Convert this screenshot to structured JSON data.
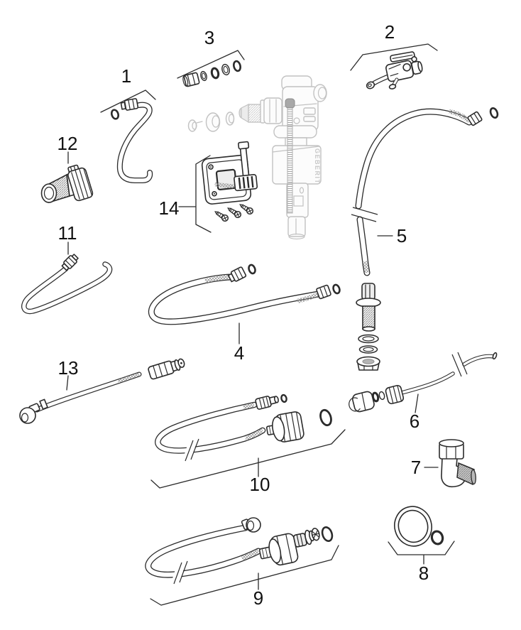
{
  "diagram": {
    "background": "#ffffff",
    "line_color": "#2b2b2b",
    "ghost_color": "#c2c2c2",
    "valve_marking": "GEBERIT",
    "parts": [
      {
        "label": "1",
        "name": "angled-filling-tube-with-union-nut-and-seal"
      },
      {
        "label": "2",
        "name": "valve-lever-actuator"
      },
      {
        "label": "3",
        "name": "union-nut-with-washer-set"
      },
      {
        "label": "4",
        "name": "braided-connection-hose-with-two-nuts-and-seals"
      },
      {
        "label": "5",
        "name": "long-braided-hose-with-tank-connector-and-seals"
      },
      {
        "label": "6",
        "name": "rigid-supply-pipe-with-cap-nut-and-seals"
      },
      {
        "label": "7",
        "name": "angle-adapter-with-nut"
      },
      {
        "label": "8",
        "name": "seal-ring-set"
      },
      {
        "label": "9",
        "name": "braided-hose-with-ball-end-and-union-nut"
      },
      {
        "label": "10",
        "name": "braided-hose-with-union-nut-and-seals"
      },
      {
        "label": "11",
        "name": "u-shaped-filling-tube-with-union-nut"
      },
      {
        "label": "12",
        "name": "threaded-adapter-with-union-nut"
      },
      {
        "label": "13",
        "name": "braided-hose-with-elbow-connector"
      },
      {
        "label": "14",
        "name": "mounting-plate-with-fixing-screws"
      }
    ]
  }
}
